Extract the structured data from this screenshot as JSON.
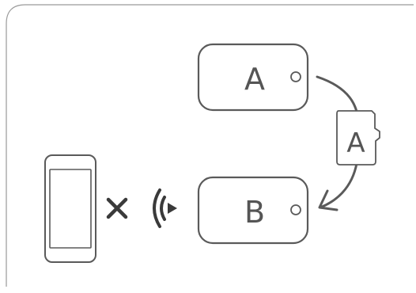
{
  "diagram": {
    "device_a": {
      "label": "A"
    },
    "device_b": {
      "label": "B"
    },
    "memory_card": {
      "label": "A"
    },
    "icons": {
      "phone": "smartphone-icon",
      "not_connected": "x-icon",
      "wireless": "wireless-signal-icon",
      "transfer": "curved-arrow-icon"
    },
    "colors": {
      "stroke": "#5a5a5a",
      "fill": "#ffffff"
    }
  }
}
